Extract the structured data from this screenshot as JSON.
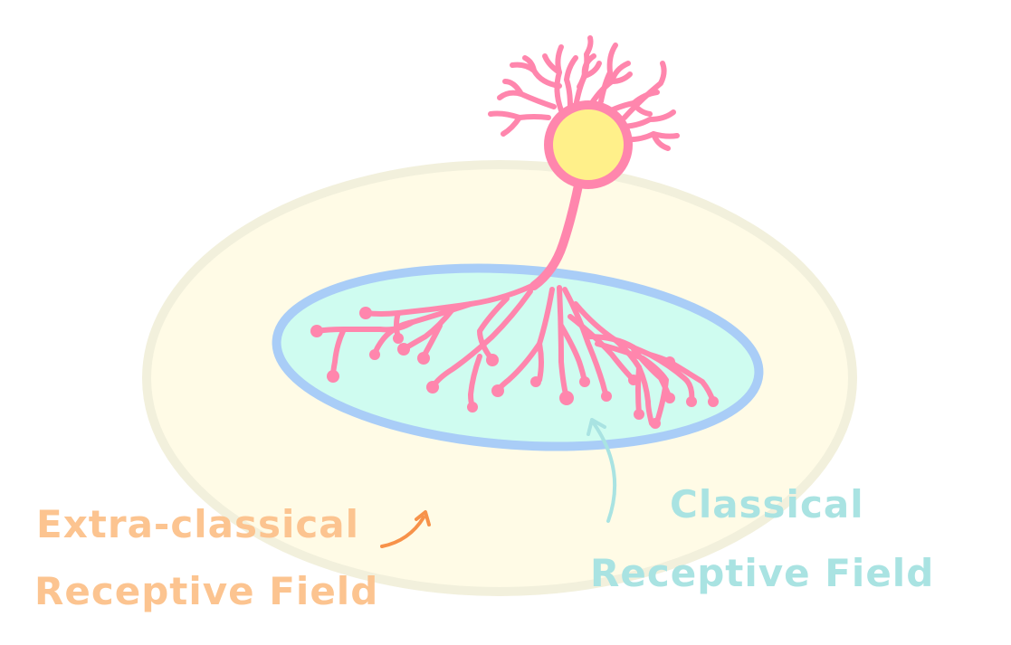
{
  "labels": {
    "extra_line1": "Extra-classical",
    "extra_line2": "Receptive Field",
    "classical_line1": "Classical",
    "classical_line2": "Receptive Field"
  },
  "colors": {
    "extra_field_fill": "#fffbe6",
    "extra_field_stroke": "#f2f0dc",
    "classical_field_fill": "#cffcf0",
    "classical_field_stroke": "#a9cdf7",
    "neuron": "#ff86ad",
    "soma_fill": "#fff08a",
    "extra_text": "#fcc490",
    "extra_arrow": "#f7924a",
    "classical_text": "#a9e3e2",
    "classical_arrow": "#a9e3e2"
  },
  "icons": {
    "neuron": "neuron-icon",
    "extra_arrow": "curved-arrow-icon",
    "classical_arrow": "curved-arrow-icon"
  }
}
